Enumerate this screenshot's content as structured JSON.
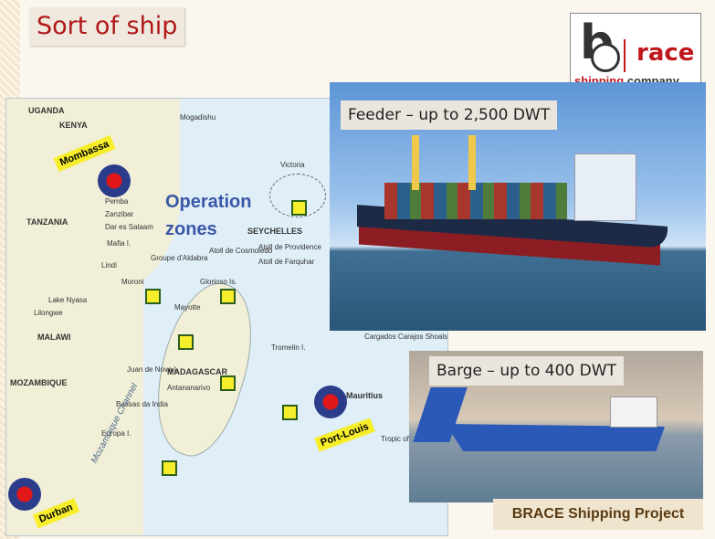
{
  "slide": {
    "title": "Sort of ship",
    "project_label": "BRACE Shipping Project"
  },
  "logo": {
    "letter_b": "b",
    "letters_race": "race",
    "tag_shipping": "shipping",
    "tag_company": " company"
  },
  "map": {
    "zone_label_line1": "Operation",
    "zone_label_line2": "zones",
    "country_labels": [
      "UGANDA",
      "KENYA",
      "TANZANIA",
      "MALAWI",
      "MOZAMBIQUE",
      "MADAGASCAR",
      "SEYCHELLES",
      "Mauritius"
    ],
    "ports": [
      {
        "name": "Mombassa"
      },
      {
        "name": "Port-Louis"
      },
      {
        "name": "Durban"
      }
    ],
    "place_labels": [
      "Mogadishu",
      "Pemba",
      "Zanzibar",
      "Dar es Salaam",
      "Mafia I.",
      "Lindi",
      "Moroni",
      "Mayotte",
      "Glorioso Is.",
      "Groupe d'Aldabra",
      "Atoll de Cosmoledo",
      "Atoll de Providence",
      "Atoll de Farquhar",
      "Victoria",
      "Tromelin I.",
      "Cargados Carajos Shoals",
      "Antananarivo",
      "Bassas da India",
      "Europa I.",
      "Juan de Nova I.",
      "Lake Nyasa",
      "Lilongwe",
      "Mozambique Channel",
      "Tropic of Capricorn"
    ]
  },
  "ships": [
    {
      "caption": "Feeder – up to 2,500 DWT"
    },
    {
      "caption": "Barge – up to 400 DWT"
    }
  ],
  "colors": {
    "title_red": "#b01818",
    "marker_yellow": "#f7ee2b",
    "port_blue": "#2a3c8a",
    "port_red": "#e21818"
  }
}
